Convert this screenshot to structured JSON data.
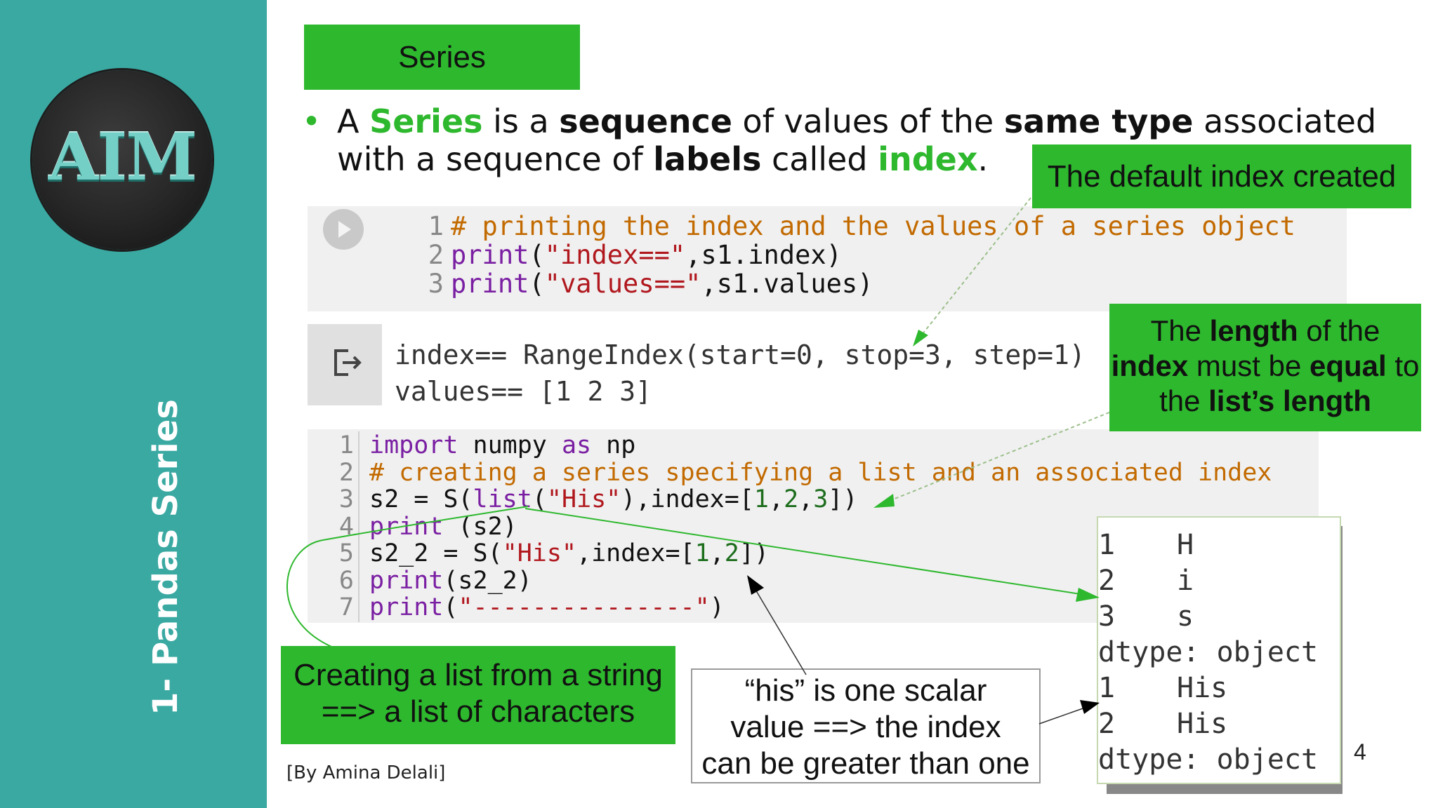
{
  "sidebar": {
    "logo_text": "AIM",
    "vertical_title": "1- Pandas Series"
  },
  "slide": {
    "section_tag": "Series",
    "bullet": {
      "p1": "A ",
      "series_word": "Series",
      "p2": " is a ",
      "sequence_word": "sequence",
      "p3": " of values of the ",
      "same_type_word": "same type",
      "p4": " associated with a sequence of ",
      "labels_word": "labels",
      "p5": " called ",
      "index_word": "index",
      "p6": "."
    }
  },
  "code_cell_1": {
    "lines": [
      {
        "n": "1",
        "comment": "# printing the index and the values of a series object"
      },
      {
        "n": "2",
        "fn": "print",
        "a": "(",
        "str": "\"index==\"",
        "rest": ",s1.index)"
      },
      {
        "n": "3",
        "fn": "print",
        "a": "(",
        "str": "\"values==\"",
        "rest": ",s1.values)"
      }
    ]
  },
  "output_1": {
    "lines": [
      "index== RangeIndex(start=0, stop=3, step=1)",
      "values== [1 2 3]"
    ]
  },
  "code_cell_2": {
    "l1": {
      "n": "1",
      "kw": "import",
      "mid": " numpy ",
      "kw2": "as",
      "end": " np"
    },
    "l2": {
      "n": "2",
      "comment": "# creating a series specifying a list and an associated index"
    },
    "l3": {
      "n": "3",
      "a": "s2 = S(",
      "fn": "list",
      "b": "(",
      "str": "\"His\"",
      "c": "),index=[",
      "n1": "1",
      "s1": ",",
      "n2": "2",
      "s2": ",",
      "n3": "3",
      "d": "])"
    },
    "l4": {
      "n": "4",
      "fn": "print",
      "rest": " (s2)"
    },
    "l5": {
      "n": "5",
      "a": "s2_2 = S(",
      "str": "\"His\"",
      "b": ",index=[",
      "n1": "1",
      "s1": ",",
      "n2": "2",
      "c": "])"
    },
    "l6": {
      "n": "6",
      "fn": "print",
      "rest": "(s2_2)"
    },
    "l7": {
      "n": "7",
      "fn": "print",
      "a": "(",
      "str": "\"---------------\"",
      "rest": ")"
    }
  },
  "output_2": {
    "rows": [
      {
        "idx": "1",
        "val": "H"
      },
      {
        "idx": "2",
        "val": "i"
      },
      {
        "idx": "3",
        "val": "s"
      },
      {
        "full": "dtype: object"
      },
      {
        "idx": "1",
        "val": "His"
      },
      {
        "idx": "2",
        "val": "His"
      },
      {
        "full": "dtype: object"
      }
    ]
  },
  "annotations": {
    "default_index": "The default index created",
    "length": {
      "p1": "The ",
      "b1": "length",
      "p2": " of the ",
      "b2": "index",
      "p3": " must be ",
      "b3": "equal",
      "p4": " to the ",
      "b4": "list’s length"
    },
    "creating": {
      "line1": "Creating a list from a string",
      "line2": "==> a list of characters"
    },
    "his": {
      "line1": "“his” is one  scalar",
      "line2": "value ==> the index",
      "line3": "can be greater than one"
    }
  },
  "footer": {
    "credit": "[By Amina Delali]",
    "page_number": "4"
  },
  "colors": {
    "sidebar": "#3aa9a2",
    "accent_green": "#2eb82e",
    "comment": "#c26a00",
    "keyword": "#7a1fa2",
    "string": "#b0181e"
  }
}
